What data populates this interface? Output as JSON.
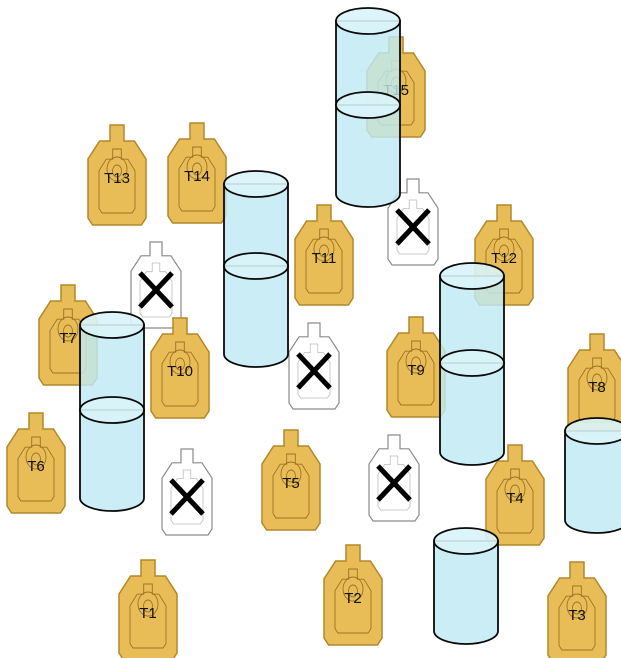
{
  "colors": {
    "target_fill": "#E8BC57",
    "target_stroke": "#B3882A",
    "target_ring": "#9C7424",
    "noshoot_fill": "#FFFFFF",
    "noshoot_stroke": "#8A8A8A",
    "cross": "#000000",
    "barrel_fill": "#BFEAF4",
    "barrel_top": "#D9F4FA",
    "barrel_stroke": "#0A0A0A"
  },
  "targets": [
    {
      "id": "T1",
      "label": "T1"
    },
    {
      "id": "T2",
      "label": "T2"
    },
    {
      "id": "T3",
      "label": "T3"
    },
    {
      "id": "T4",
      "label": "T4"
    },
    {
      "id": "T5",
      "label": "T5"
    },
    {
      "id": "T6",
      "label": "T6"
    },
    {
      "id": "T7",
      "label": "T7"
    },
    {
      "id": "T8",
      "label": "T8"
    },
    {
      "id": "T9",
      "label": "T9"
    },
    {
      "id": "T10",
      "label": "T10"
    },
    {
      "id": "T11",
      "label": "T11"
    },
    {
      "id": "T12",
      "label": "T12"
    },
    {
      "id": "T13",
      "label": "T13"
    },
    {
      "id": "T14",
      "label": "T14"
    },
    {
      "id": "T15",
      "label": "T15"
    }
  ],
  "no_shoot_count": 5,
  "barrels": [
    {
      "id": "barrel-1",
      "stacked": true
    },
    {
      "id": "barrel-2",
      "stacked": true
    },
    {
      "id": "barrel-3",
      "stacked": true
    },
    {
      "id": "barrel-4",
      "stacked": true
    },
    {
      "id": "barrel-5",
      "stacked": false
    },
    {
      "id": "barrel-6",
      "stacked": false
    }
  ]
}
